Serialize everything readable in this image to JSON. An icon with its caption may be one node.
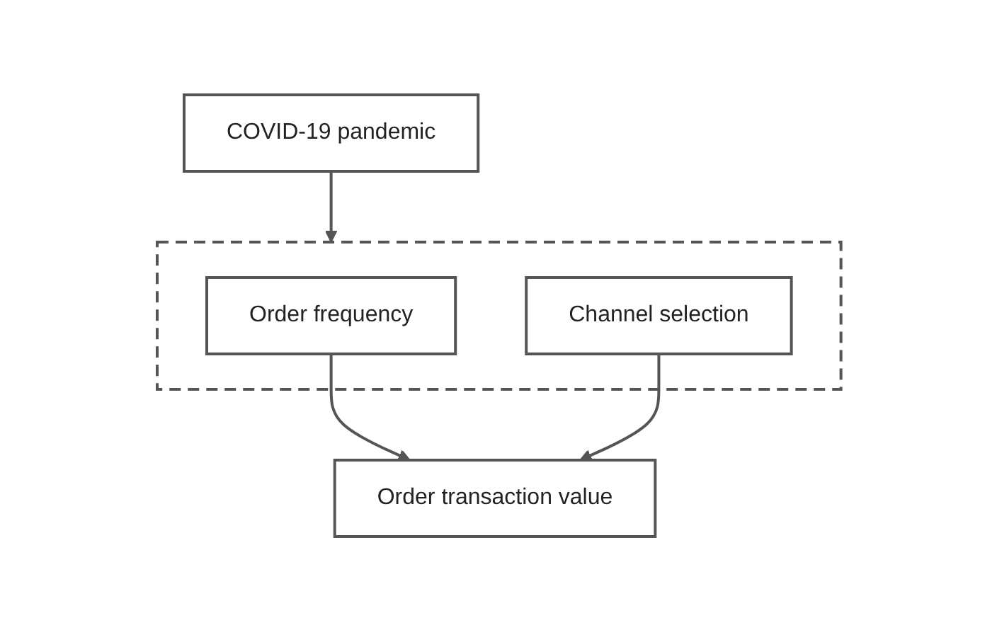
{
  "diagram": {
    "nodes": [
      {
        "text": [
          "COVID-19 pandemic"
        ]
      },
      {
        "text": [],
        "shape": "box"
      },
      {
        "text": [
          "Order frequency"
        ],
        "in": 1
      },
      {
        "text": [
          "Channel selection"
        ],
        "in": 1
      },
      {
        "text": [
          "Order transaction value"
        ]
      }
    ],
    "edges": [
      {
        "from": 0,
        "to": 1,
        "arrow": "to"
      },
      {
        "from": 2,
        "to": 4,
        "arrow": "to"
      },
      {
        "from": 3,
        "to": 4,
        "arrow": "to"
      }
    ]
  }
}
